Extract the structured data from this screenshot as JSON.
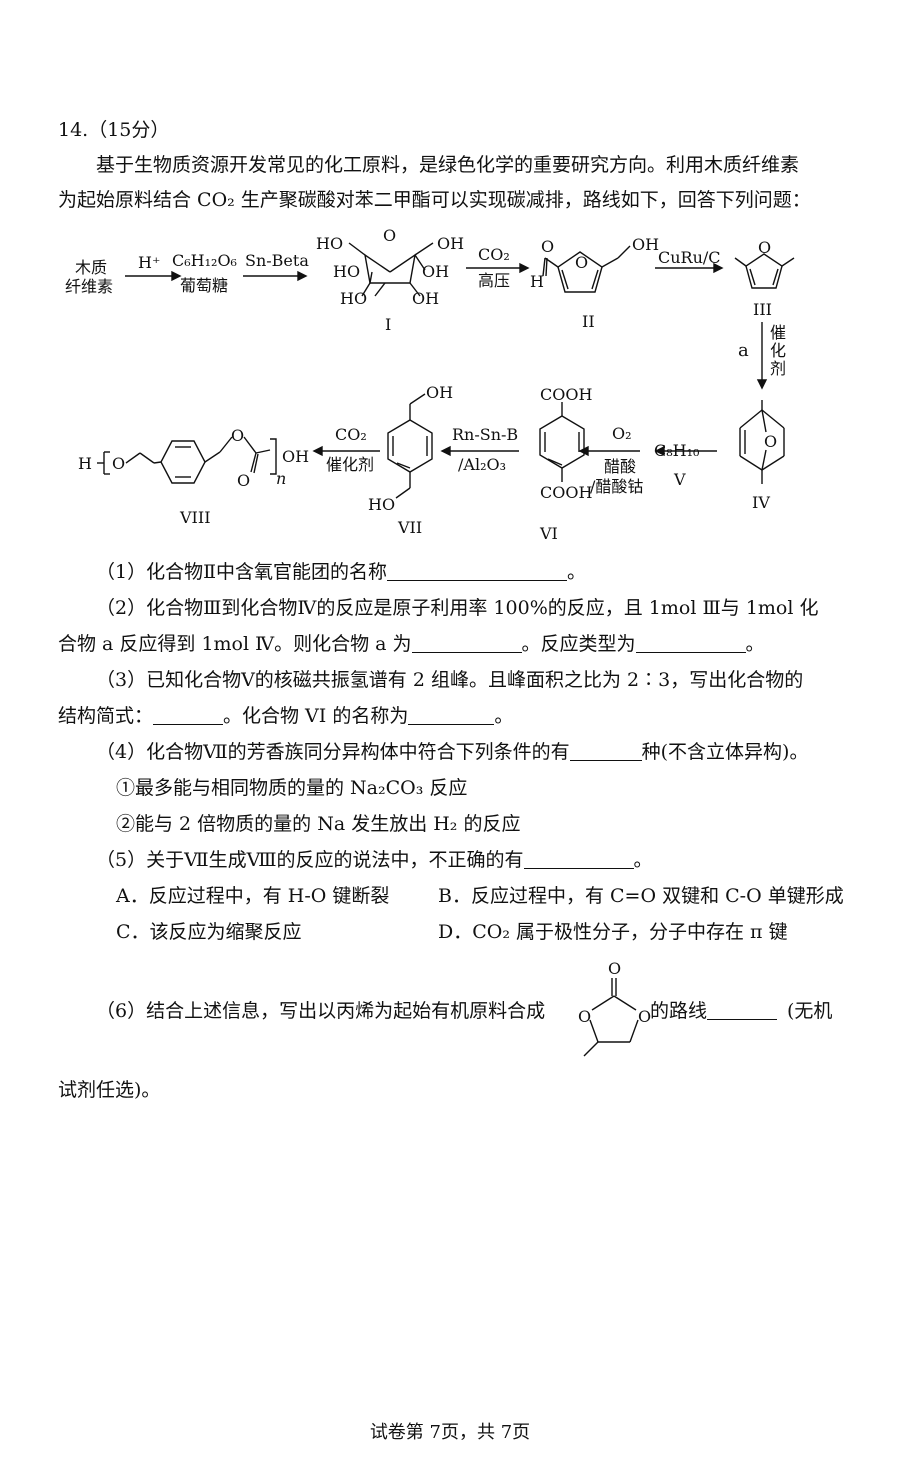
{
  "question": {
    "header": "14.（15分）",
    "intro_line1": "基于生物质资源开发常见的化工原料，是绿色化学的重要研究方向。利用木质纤维素",
    "intro_line2": "为起始原料结合 CO₂ 生产聚碳酸对苯二甲酯可以实现碳减排，路线如下，回答下列问题："
  },
  "scheme": {
    "start_1": "木质",
    "start_2": "纤维素",
    "r1": "H⁺",
    "glucose_formula": "C₆H₁₂O₆",
    "glucose_name": "葡萄糖",
    "r2": "Sn-Beta",
    "r3_top": "CO₂",
    "r3_bottom": "高压",
    "r4": "CuRu/C",
    "r5_left": "a",
    "r5_c1": "催",
    "r5_c2": "化",
    "r5_c3": "剂",
    "r6_top": "O₂",
    "r6_bottom1": "醋酸",
    "r6_bottom2": "/醋酸钴",
    "v_formula": "C₈H₁₀",
    "r7_top": "Rn-Sn-B",
    "r7_bottom": "/Al₂O₃",
    "r8_top": "CO₂",
    "r8_bottom": "催化剂",
    "labels": {
      "I": "I",
      "II": "II",
      "III": "III",
      "IV": "IV",
      "V": "V",
      "VI": "VI",
      "VII": "VII",
      "VIII": "VIII"
    },
    "atoms": {
      "HO": "HO",
      "OH": "OH",
      "O": "O",
      "H": "H",
      "COOH": "COOH",
      "n": "n"
    }
  },
  "q1": {
    "pre": "（1）化合物Ⅱ中含氧官能团的名称",
    "post": "。"
  },
  "q2": {
    "line1": "（2）化合物Ⅲ到化合物Ⅳ的反应是原子利用率 100%的反应，且 1mol Ⅲ与 1mol 化",
    "line2_pre": "合物 a 反应得到 1mol Ⅳ。则化合物 a 为",
    "line2_mid": "。反应类型为",
    "line2_post": "。"
  },
  "q3": {
    "line1": "（3）已知化合物Ⅴ的核磁共振氢谱有 2 组峰。且峰面积之比为 2∶3，写出化合物的",
    "line2_pre": "结构简式：",
    "line2_mid": "。化合物 VI 的名称为",
    "line2_post": "。"
  },
  "q4": {
    "pre": "（4）化合物Ⅶ的芳香族同分异构体中符合下列条件的有",
    "post": "种(不含立体异构)。",
    "c1": "①最多能与相同物质的量的 Na₂CO₃ 反应",
    "c2": "②能与 2 倍物质的量的 Na 发生放出 H₂ 的反应"
  },
  "q5": {
    "pre": "（5）关于Ⅶ生成Ⅷ的反应的说法中，不正确的有",
    "post": "。",
    "A": "A．反应过程中，有 H-O 键断裂",
    "B": "B．反应过程中，有 C=O 双键和 C-O 单键形成",
    "C": "C．该反应为缩聚反应",
    "D": "D．CO₂ 属于极性分子，分子中存在 π 键"
  },
  "q6": {
    "pre": "（6）结合上述信息，写出以丙烯为起始有机原料合成",
    "mid": "的路线",
    "post": "(无机",
    "line2": "试剂任选)。"
  },
  "footer": "试卷第 7页，共 7页"
}
